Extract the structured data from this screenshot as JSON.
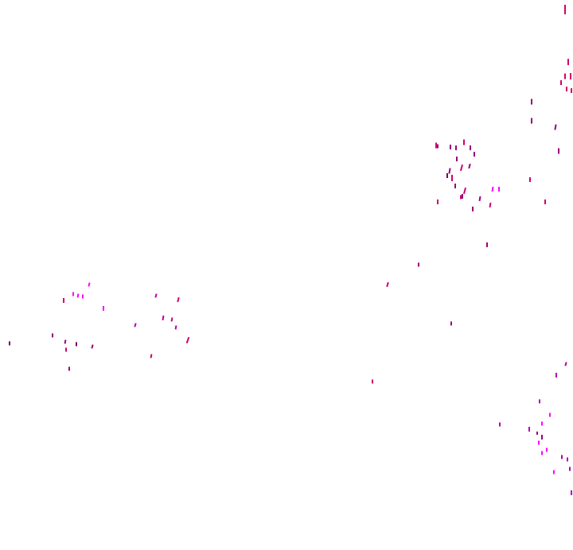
{
  "background_color": "#ffffff",
  "colors": {
    "magenta": "#ff00ff",
    "purple": "#99007a",
    "dark_purple": "#6a0067",
    "hot_pink": "#d1006b",
    "violet": "#b300b3"
  },
  "clusters": [
    {
      "name": "left-cluster",
      "mark_count": 27
    },
    {
      "name": "center-cluster",
      "mark_count": 38
    },
    {
      "name": "upper-right-cluster",
      "mark_count": 12
    },
    {
      "name": "lower-right-cluster",
      "mark_count": 20
    },
    {
      "name": "scattered-marks",
      "mark_count": 6
    }
  ]
}
